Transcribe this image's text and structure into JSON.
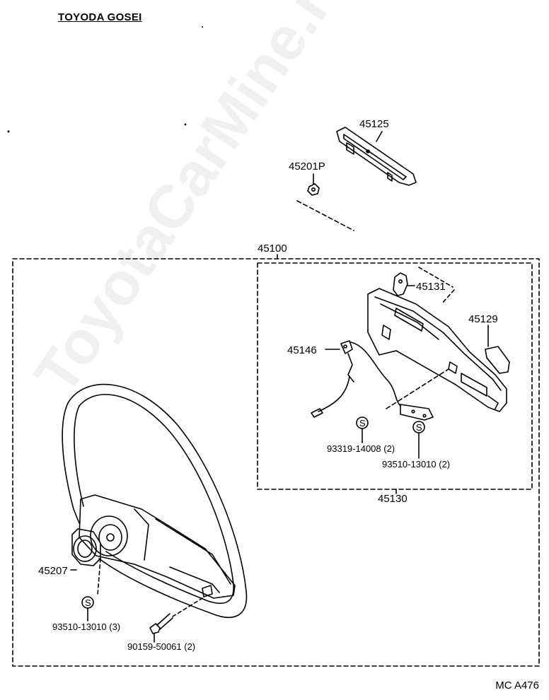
{
  "header": {
    "brand": "TOYODA GOSEI"
  },
  "watermark": "ToyotaCarMine.ru",
  "figure_ref": "MC A476",
  "service_symbol": "S",
  "parts": {
    "p45125": "45125",
    "p45201p": "45201P",
    "p45100": "45100",
    "p45131": "45131",
    "p45129": "45129",
    "p45146": "45146",
    "p93319": "93319-14008 (2)",
    "p93510a": "93510-13010 (2)",
    "p45130": "45130",
    "p45207": "45207",
    "p93510b": "93510-13010 (3)",
    "p90159": "90159-50061 (2)"
  },
  "colors": {
    "ink": "#000000",
    "paper": "#ffffff"
  }
}
